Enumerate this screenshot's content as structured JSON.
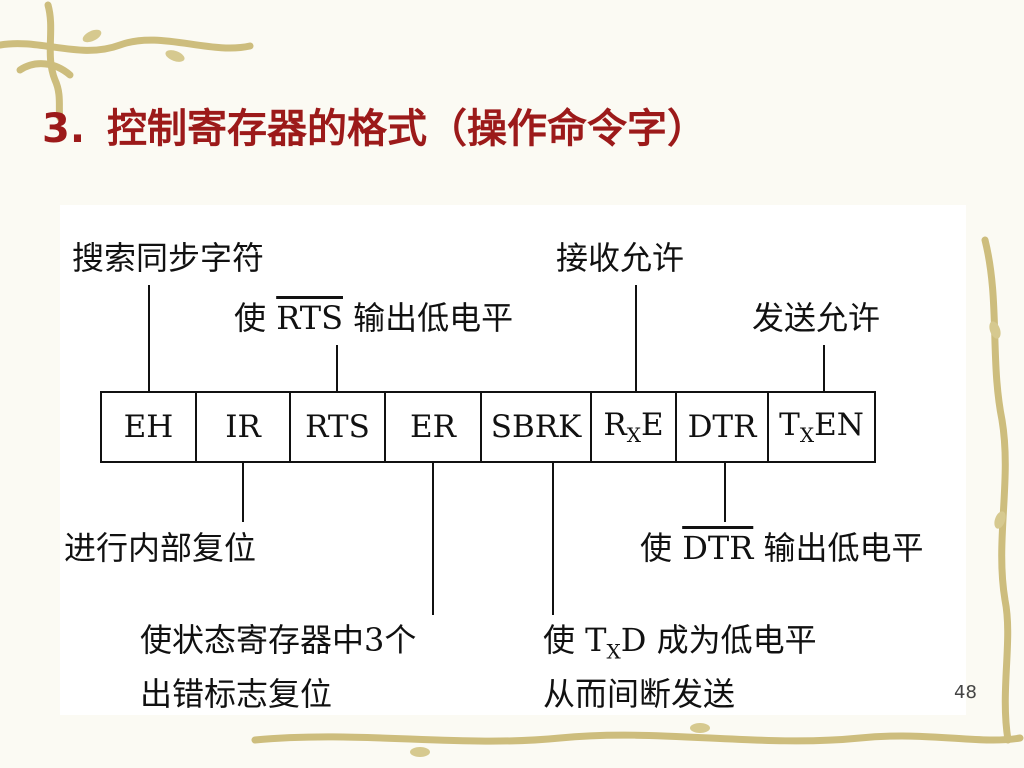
{
  "slide": {
    "title_number": "3.",
    "title_text": "控制寄存器的格式（操作命令字）",
    "page_number": "48"
  },
  "register": {
    "cells": [
      {
        "main": "EH",
        "sub": "",
        "tail": ""
      },
      {
        "main": "IR",
        "sub": "",
        "tail": ""
      },
      {
        "main": "RTS",
        "sub": "",
        "tail": ""
      },
      {
        "main": "ER",
        "sub": "",
        "tail": ""
      },
      {
        "main": "SBRK",
        "sub": "",
        "tail": ""
      },
      {
        "main": "R",
        "sub": "X",
        "tail": "E"
      },
      {
        "main": "DTR",
        "sub": "",
        "tail": ""
      },
      {
        "main": "T",
        "sub": "X",
        "tail": "EN"
      }
    ]
  },
  "annotations": {
    "eh": "搜索同步字符",
    "rts_prefix": "使",
    "rts_signal": "RTS",
    "rts_suffix": "输出低电平",
    "rxe": "接收允许",
    "txen": "发送允许",
    "ir": "进行内部复位",
    "dtr_prefix": "使",
    "dtr_signal": "DTR",
    "dtr_suffix": "输出低电平",
    "er_line1": "使状态寄存器中3个",
    "er_line2": "出错标志复位",
    "sbrk_prefix": "使 T",
    "sbrk_sub": "X",
    "sbrk_suffix": "D 成为低电平",
    "sbrk_line2": "从而间断发送"
  },
  "colors": {
    "title": "#9c1a1a",
    "vine": "#cdbd7d",
    "background": "#fbfaf3"
  }
}
